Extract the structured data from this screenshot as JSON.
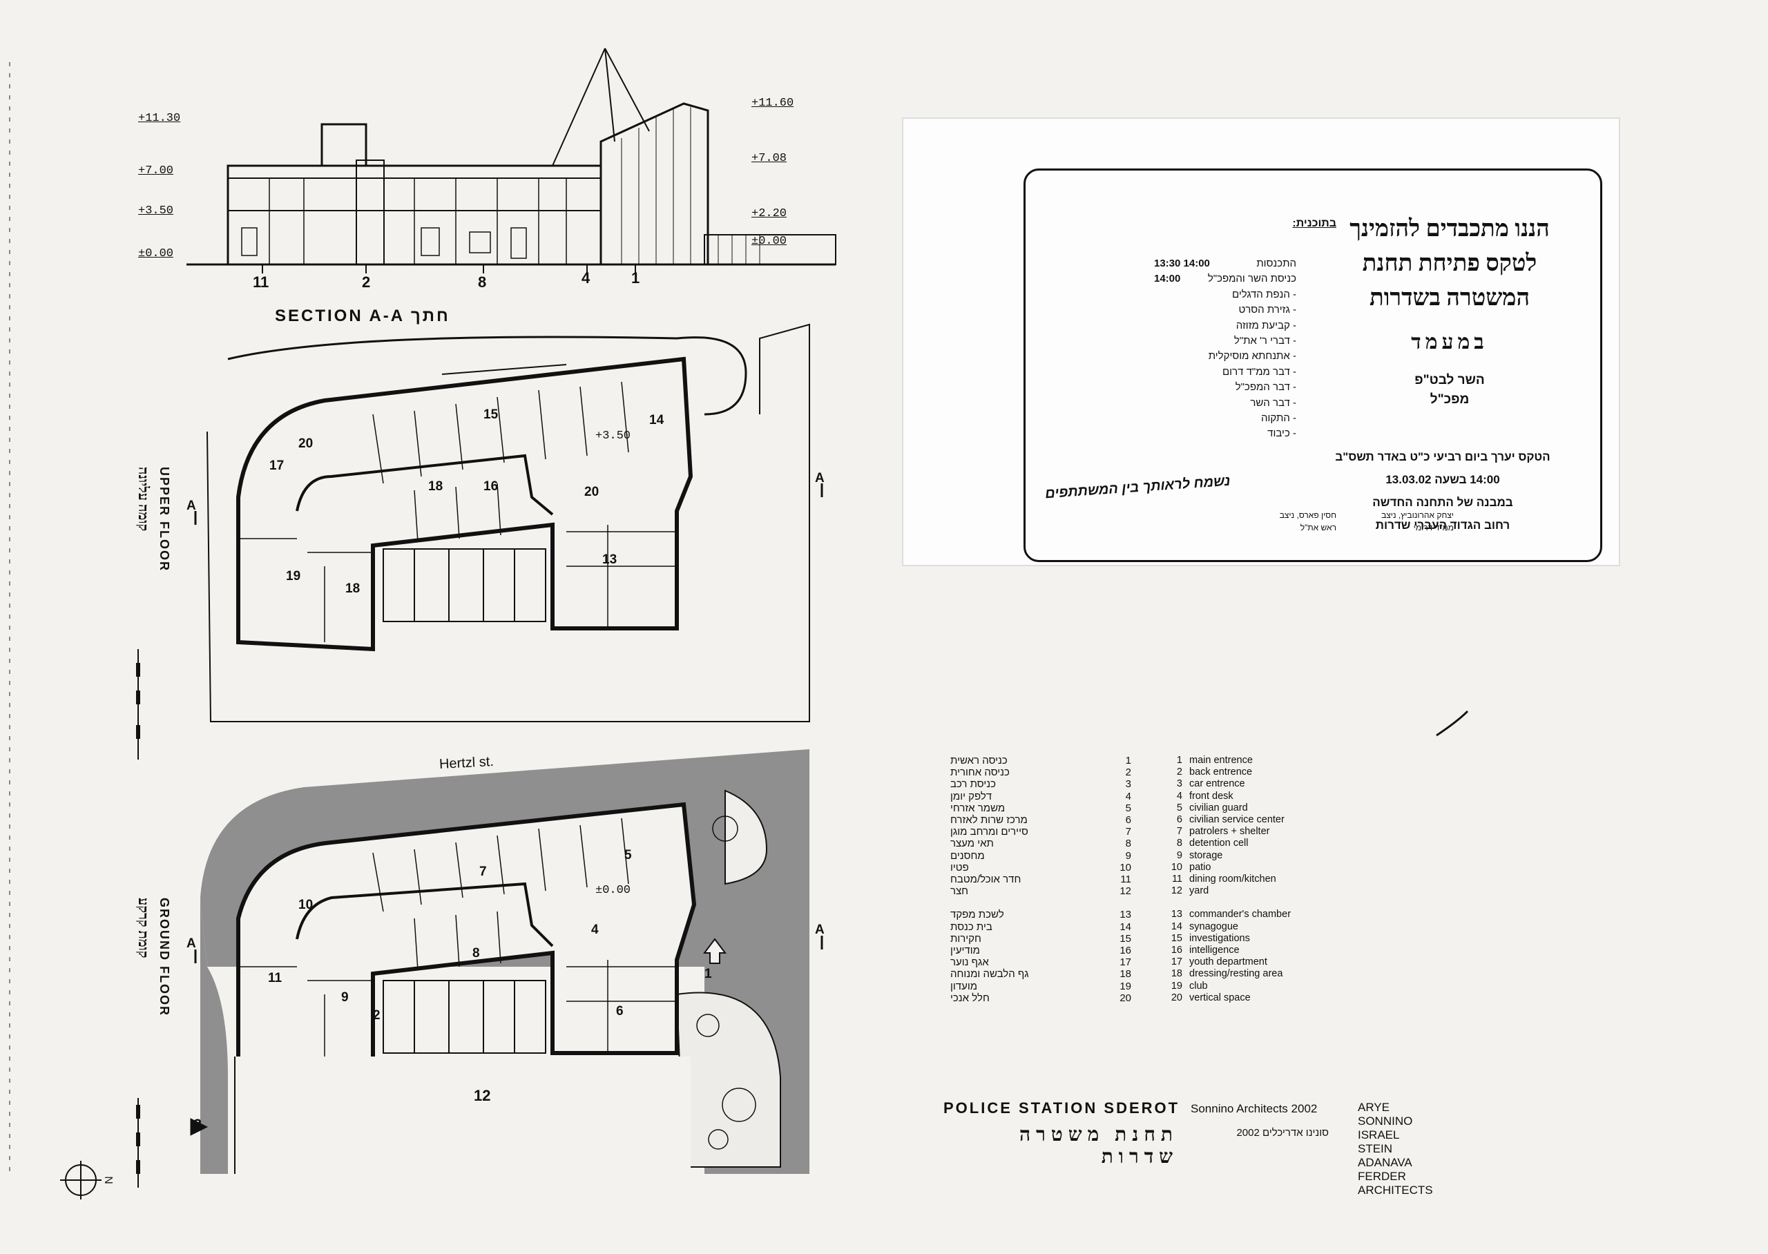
{
  "section": {
    "title": "SECTION A-A חתך",
    "levels_left": [
      "+11.30",
      "+7.00",
      "+3.50",
      "±0.00"
    ],
    "levels_right": [
      "+11.60",
      "+7.08",
      "+2.20",
      "±0.00"
    ],
    "axis_numbers": [
      "11",
      "2",
      "8",
      "4",
      "1"
    ]
  },
  "upper_floor": {
    "label": "UPPER FLOOR",
    "label_he": "קומה עליונה",
    "section_marks": [
      "A",
      "A"
    ],
    "room_numbers": [
      "14",
      "15",
      "16",
      "17",
      "18",
      "18",
      "19",
      "20",
      "20",
      "13"
    ],
    "level": "+3.50"
  },
  "ground_floor": {
    "label": "GROUND FLOOR",
    "label_he": "קומת קרקע",
    "section_marks": [
      "A",
      "A"
    ],
    "room_numbers": [
      "5",
      "7",
      "10",
      "4",
      "8",
      "11",
      "9",
      "2",
      "6",
      "12",
      "3",
      "1"
    ],
    "level": "±0.00"
  },
  "street": "Hertzl st.",
  "invitation": {
    "heading_lines": [
      "הננו מתכבדים להזמינך",
      "לטקס פתיחת תחנת",
      "המשטרה בשדרות"
    ],
    "status": "במעמד",
    "officials": [
      "השר לבט\"פ",
      "מפכ\"ל"
    ],
    "details": [
      "הטקס יערך ביום רביעי כ\"ט באדר תשס\"ב",
      "14:00 בשעה 13.03.02",
      "במבנה של התחנה החדשה",
      "רחוב הגדוד העברי שדרות"
    ],
    "program_heading": "בתוכנית:",
    "program_times": [
      "13:30  14:00",
      "14:00"
    ],
    "program": [
      "התכנסות",
      "כניסת השר והמפכ\"ל",
      "- הנפת הדגלים",
      "- גזירת הסרט",
      "- קביעת מזוזה",
      "- דברי ר' את\"ל",
      "- אתנחתא מוסיקלית",
      "- דבר ממ\"ד דרום",
      "- דבר המפכ\"ל",
      "- דבר השר",
      "- התקוה",
      "- כיבוד"
    ],
    "greeting": "נשמח לראותך בין המשתתפים",
    "signatory_left": [
      "יצחק אהרונוביץ, ניצב",
      "ממ\"ד דרומי"
    ],
    "signatory_right": [
      "חסין פארס, ניצב",
      "ראש את\"ל"
    ]
  },
  "legend": {
    "group1": [
      {
        "n": "1",
        "en": "main entrence",
        "he": "כניסה ראשית"
      },
      {
        "n": "2",
        "en": "back entrence",
        "he": "כניסה אחורית"
      },
      {
        "n": "3",
        "en": "car entrence",
        "he": "כניסת רכב"
      },
      {
        "n": "4",
        "en": "front desk",
        "he": "דלפק יומן"
      },
      {
        "n": "5",
        "en": "civilian guard",
        "he": "משמר אזרחי"
      },
      {
        "n": "6",
        "en": "civilian service center",
        "he": "מרכז שרות לאזרח"
      },
      {
        "n": "7",
        "en": "patrolers + shelter",
        "he": "סיירים ומרחב מוגן"
      },
      {
        "n": "8",
        "en": "detention cell",
        "he": "תאי מעצר"
      },
      {
        "n": "9",
        "en": "storage",
        "he": "מחסנים"
      },
      {
        "n": "10",
        "en": "patio",
        "he": "פטיו"
      },
      {
        "n": "11",
        "en": "dining room/kitchen",
        "he": "חדר אוכל/מטבח"
      },
      {
        "n": "12",
        "en": "yard",
        "he": "חצר"
      }
    ],
    "group2": [
      {
        "n": "13",
        "en": "commander's chamber",
        "he": "לשכת מפקד"
      },
      {
        "n": "14",
        "en": "synagogue",
        "he": "בית כנסת"
      },
      {
        "n": "15",
        "en": "investigations",
        "he": "חקירות"
      },
      {
        "n": "16",
        "en": "intelligence",
        "he": "מודיעין"
      },
      {
        "n": "17",
        "en": "youth department",
        "he": "אגף נוער"
      },
      {
        "n": "18",
        "en": "dressing/resting area",
        "he": "גף הלבשה ומנוחה"
      },
      {
        "n": "19",
        "en": "club",
        "he": "מועדון"
      },
      {
        "n": "20",
        "en": "vertical space",
        "he": "חלל אנכי"
      }
    ]
  },
  "title_block": {
    "project": "POLICE STATION   SDEROT",
    "project_he": "תחנת משטרה שדרות",
    "firm": "Sonnino Architects 2002",
    "firm_he": "סונינו אדריכלים 2002",
    "architects": [
      "ARYE SONNINO",
      "ISRAEL STEIN",
      "ADANAVA FERDER",
      "ARCHITECTS"
    ]
  },
  "north_label": "N"
}
